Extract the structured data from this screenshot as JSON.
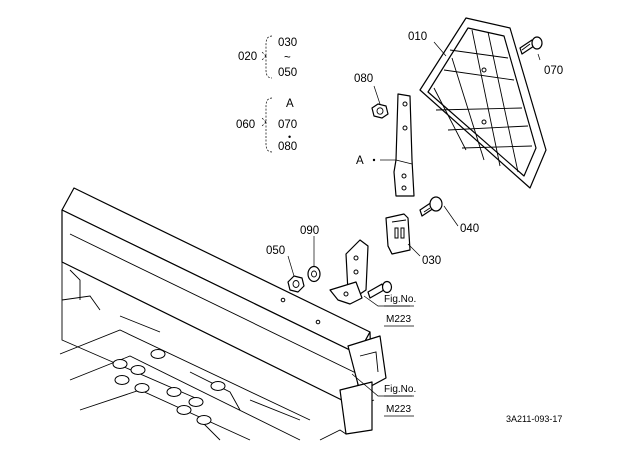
{
  "callouts": {
    "c020": "020",
    "c030_range_top": "030",
    "c_range_tilde": "~",
    "c050_range_bottom": "050",
    "c060": "060",
    "cA_set": "A",
    "c070_set": "070",
    "c_set_dot": "•",
    "c080_set": "080",
    "c010": "010",
    "c070": "070",
    "c080": "080",
    "cA": "A",
    "c040": "040",
    "c090": "090",
    "c050": "050",
    "c030": "030"
  },
  "fig_refs": [
    {
      "line1": "Fig.No.",
      "line2": "M223"
    },
    {
      "line1": "Fig.No.",
      "line2": "M223"
    }
  ],
  "diagram_code": "3A211-093-17"
}
